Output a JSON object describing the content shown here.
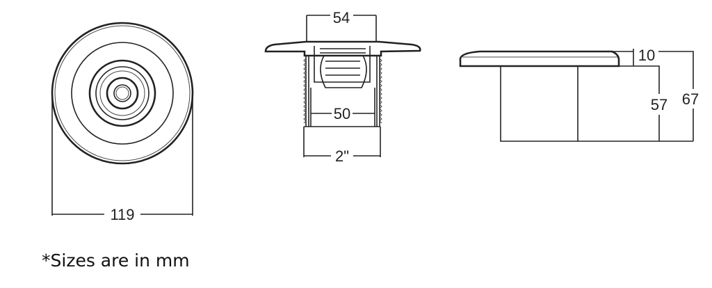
{
  "dimensions": {
    "front_diameter": "119",
    "top_opening": "54",
    "inner_diameter": "50",
    "pipe_size": "2\"",
    "flange_height": "10",
    "body_height": "57",
    "total_height": "67"
  },
  "note": "*Sizes are in mm",
  "colors": {
    "line": "#222222",
    "background": "#ffffff"
  }
}
